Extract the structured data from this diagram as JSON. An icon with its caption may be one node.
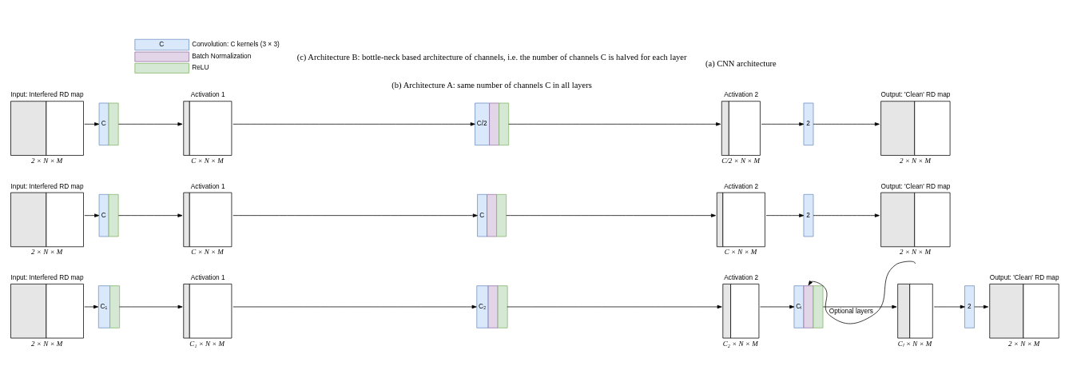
{
  "diagram": {
    "nodes": [
      {
        "text": [
          "Input: Interfered RD map",
          "2 × N × M"
        ]
      },
      {
        "text": [
          "C₁"
        ]
      },
      {
        "text": [
          "Activation 1",
          "C₁ × N × M"
        ]
      },
      {
        "text": [
          "C₂"
        ]
      },
      {
        "text": [
          "Activation 2",
          "C₂ × N × M"
        ]
      },
      {
        "text": [
          "Cₗ"
        ]
      },
      {
        "text": [
          "Cₗ × N × M"
        ]
      },
      {
        "text": [
          "2"
        ]
      },
      {
        "text": [
          "Output: 'Clean' RD map",
          "2 × N × M"
        ]
      },
      {
        "text": [
          "Input: Interfered RD map",
          "2 × N × M"
        ]
      },
      {
        "text": [
          "C"
        ]
      },
      {
        "text": [
          "Activation 1",
          "C × N × M"
        ]
      },
      {
        "text": [
          "C"
        ]
      },
      {
        "text": [
          "Activation 2",
          "C × N × M"
        ]
      },
      {
        "text": [
          "2"
        ]
      },
      {
        "text": [
          "Output: 'Clean' RD map",
          "2 × N × M"
        ]
      },
      {
        "text": [
          "Input: Interfered RD map",
          "2 × N × M"
        ]
      },
      {
        "text": [
          "C"
        ]
      },
      {
        "text": [
          "Activation 1",
          "C × N × M"
        ]
      },
      {
        "text": [
          "C/2"
        ]
      },
      {
        "text": [
          "Activation 2",
          "C/2 × N × M"
        ]
      },
      {
        "text": [
          "2"
        ]
      },
      {
        "text": [
          "Output: 'Clean' RD map",
          "2 × N × M"
        ]
      }
    ],
    "edges": [
      {
        "from": 0,
        "to": 1,
        "arrow": "to"
      },
      {
        "from": 1,
        "to": 2,
        "arrow": "to"
      },
      {
        "from": 2,
        "to": 3,
        "arrow": "to"
      },
      {
        "from": 3,
        "to": 4,
        "arrow": "to"
      },
      {
        "from": 4,
        "to": 5,
        "arrow": "to"
      },
      {
        "from": 5,
        "to": 6,
        "arrow": "to"
      },
      {
        "from": 6,
        "to": 7,
        "arrow": "to"
      },
      {
        "from": 7,
        "to": 8,
        "arrow": "to"
      },
      {
        "from": 6,
        "to": 5,
        "arrow": "to",
        "label": "Optional layers"
      },
      {
        "from": 9,
        "to": 10,
        "arrow": "to"
      },
      {
        "from": 10,
        "to": 11,
        "arrow": "to"
      },
      {
        "from": 11,
        "to": 12,
        "arrow": "to"
      },
      {
        "from": 12,
        "to": 13,
        "arrow": "to"
      },
      {
        "from": 13,
        "to": 14,
        "arrow": "to"
      },
      {
        "from": 14,
        "to": 15,
        "arrow": "to"
      },
      {
        "from": 16,
        "to": 17,
        "arrow": "to"
      },
      {
        "from": 17,
        "to": 18,
        "arrow": "to"
      },
      {
        "from": 18,
        "to": 19,
        "arrow": "to"
      },
      {
        "from": 19,
        "to": 20,
        "arrow": "to"
      },
      {
        "from": 20,
        "to": 21,
        "arrow": "to"
      },
      {
        "from": 21,
        "to": 22,
        "arrow": "to"
      }
    ],
    "labels": [
      "C",
      "(a) CNN architecture",
      "(b) Architecture A: same number of channels C in all layers",
      "(c) Architecture B: bottle-neck based architecture of channels, i.e. the number of channels C is halved for each layer"
    ],
    "legend": [
      {
        "text": "Convolution: C kernels (3 × 3)",
        "color": "#dae8fc"
      },
      {
        "text": "Batch Normalization",
        "color": "#e1d5e7"
      },
      {
        "text": "ReLU",
        "color": "#d5e8d4"
      }
    ]
  }
}
